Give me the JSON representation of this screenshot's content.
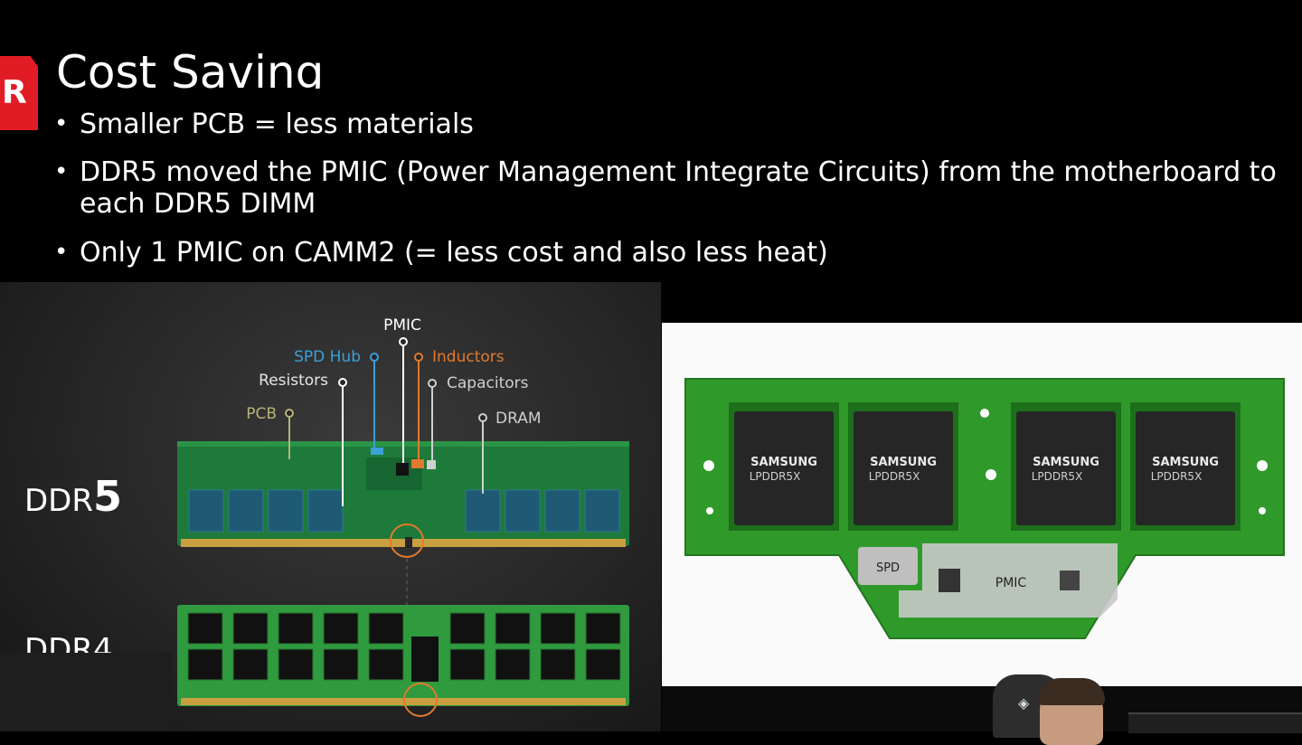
{
  "slide": {
    "logo_letter": "R",
    "title": "Cost Saving",
    "bullets": [
      "Smaller PCB = less materials",
      "DDR5 moved the PMIC (Power Management Integrate Circuits) from the motherboard to each DDR5 DIMM",
      "Only 1 PMIC on CAMM2 (= less cost and also less heat)"
    ]
  },
  "ddr_diagram": {
    "ddr5_label_prefix": "DDR",
    "ddr5_label_number": "5",
    "ddr4_label": "DDR4",
    "callouts": {
      "pmic": "PMIC",
      "spd_hub": "SPD Hub",
      "inductors": "Inductors",
      "resistors": "Resistors",
      "capacitors": "Capacitors",
      "pcb": "PCB",
      "dram": "DRAM"
    },
    "colors": {
      "pcb_green": "#1e7a3a",
      "dram_blue": "#1f5a74",
      "spd_blue": "#3aa0d8",
      "inductor_orange": "#e07a2e",
      "pcb_label": "#b5b37a",
      "gold": "#c9a040"
    }
  },
  "camm2": {
    "chips": [
      {
        "brand": "SAMSUNG",
        "model": "LPDDR5X"
      },
      {
        "brand": "SAMSUNG",
        "model": "LPDDR5X"
      },
      {
        "brand": "SAMSUNG",
        "model": "LPDDR5X"
      },
      {
        "brand": "SAMSUNG",
        "model": "LPDDR5X"
      }
    ],
    "spd_label": "SPD",
    "pmic_label": "PMIC",
    "colors": {
      "board": "#2f9a2a",
      "chip": "#262626"
    }
  },
  "stream": {
    "chair_logo": "◈"
  }
}
